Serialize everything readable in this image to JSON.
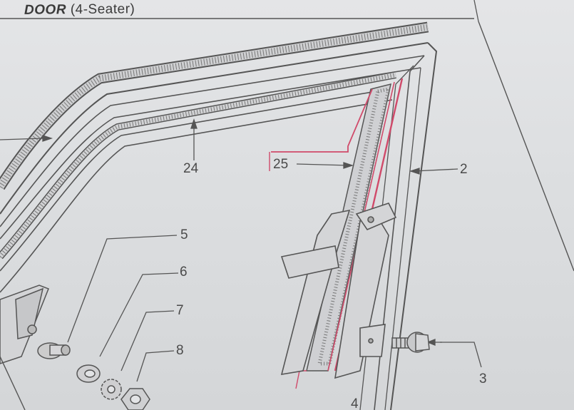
{
  "header": {
    "title_bold": "DOOR",
    "title_rest": "(4-Seater)"
  },
  "callouts": [
    {
      "id": "24",
      "label": "24"
    },
    {
      "id": "25",
      "label": "25"
    },
    {
      "id": "2",
      "label": "2"
    },
    {
      "id": "5",
      "label": "5"
    },
    {
      "id": "6",
      "label": "6"
    },
    {
      "id": "7",
      "label": "7"
    },
    {
      "id": "8",
      "label": "8"
    },
    {
      "id": "3",
      "label": "3"
    },
    {
      "id": "4",
      "label": "4"
    }
  ],
  "colors": {
    "ink": "#4a4a4a",
    "highlight": "#d04a6a",
    "paper": "#e2e3e5"
  }
}
